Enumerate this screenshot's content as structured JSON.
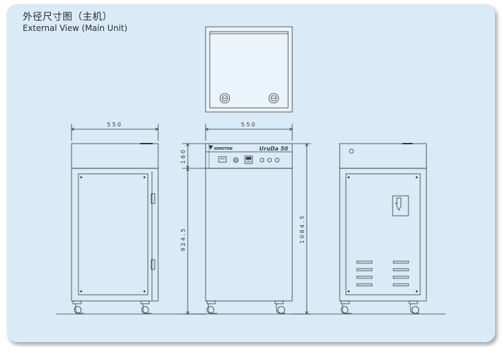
{
  "header": {
    "title_cn": "外径尺寸图（主机）",
    "title_en": "External View (Main Unit)"
  },
  "dimensions": {
    "side_width": "550",
    "front_width": "550",
    "panel_height": "160",
    "body_height": "924.5",
    "total_height": "1084.5"
  },
  "front_panel": {
    "brand": "IDMOTHN",
    "model": "UruDa 50"
  },
  "colors": {
    "panel_bg": "#d8ebf6",
    "line": "#333333"
  }
}
